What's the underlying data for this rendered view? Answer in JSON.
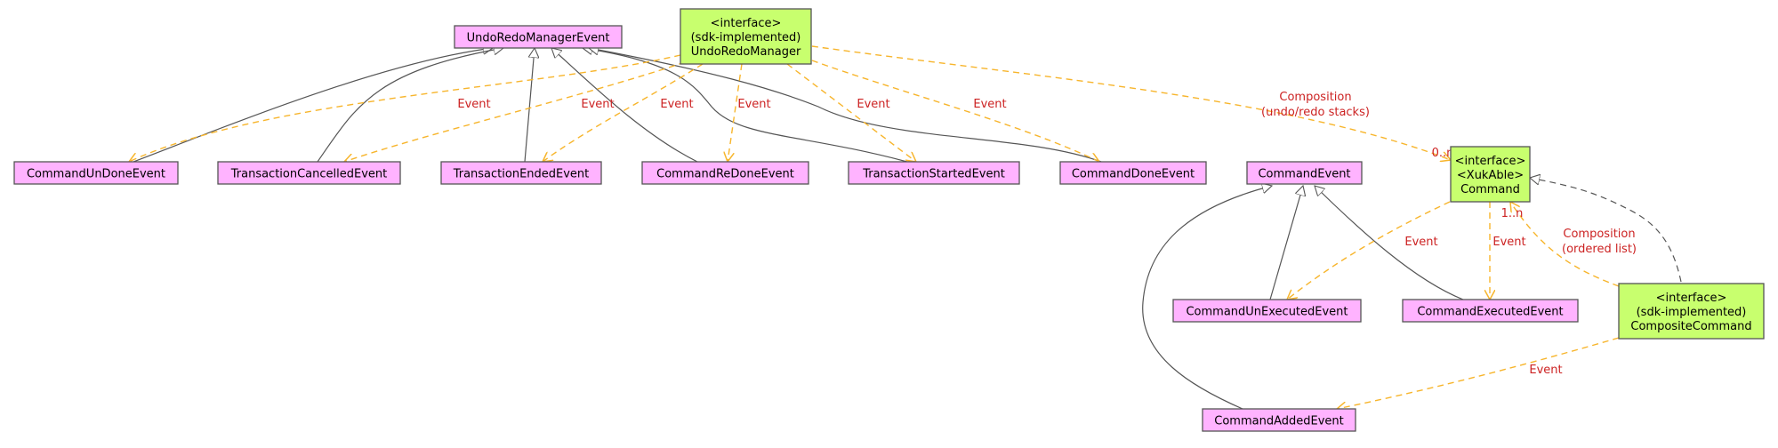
{
  "colors": {
    "class_fill": "#ffb3ff",
    "interface_fill": "#c8ff6e",
    "border": "#555555",
    "dependency_edge": "#f7b52c",
    "label_text": "#cc2222"
  },
  "nodes": {
    "undo_redo_manager_event": {
      "lines": [
        "UndoRedoManagerEvent"
      ]
    },
    "undo_redo_manager": {
      "lines": [
        "<interface>",
        "(sdk-implemented)",
        "UndoRedoManager"
      ]
    },
    "command_undone_event": {
      "lines": [
        "CommandUnDoneEvent"
      ]
    },
    "transaction_cancelled_event": {
      "lines": [
        "TransactionCancelledEvent"
      ]
    },
    "transaction_ended_event": {
      "lines": [
        "TransactionEndedEvent"
      ]
    },
    "command_redone_event": {
      "lines": [
        "CommandReDoneEvent"
      ]
    },
    "transaction_started_event": {
      "lines": [
        "TransactionStartedEvent"
      ]
    },
    "command_done_event": {
      "lines": [
        "CommandDoneEvent"
      ]
    },
    "command_event": {
      "lines": [
        "CommandEvent"
      ]
    },
    "command": {
      "lines": [
        "<interface>",
        "<XukAble>",
        "Command"
      ]
    },
    "command_unexecuted_event": {
      "lines": [
        "CommandUnExecutedEvent"
      ]
    },
    "command_executed_event": {
      "lines": [
        "CommandExecutedEvent"
      ]
    },
    "composite_command": {
      "lines": [
        "<interface>",
        "(sdk-implemented)",
        "CompositeCommand"
      ]
    },
    "command_added_event": {
      "lines": [
        "CommandAddedEvent"
      ]
    }
  },
  "labels": {
    "event_undone": "Event",
    "event_cancelled": "Event",
    "event_ended": "Event",
    "event_redone": "Event",
    "event_started": "Event",
    "event_done": "Event",
    "composition_stacks": "Composition",
    "composition_stacks_detail": "(undo/redo stacks)",
    "multiplicity_stacks": "0..n",
    "event_unexecuted": "Event",
    "event_executed": "Event",
    "composition_list": "Composition",
    "composition_list_detail": "(ordered list)",
    "multiplicity_list": "1..n",
    "event_added": "Event"
  }
}
